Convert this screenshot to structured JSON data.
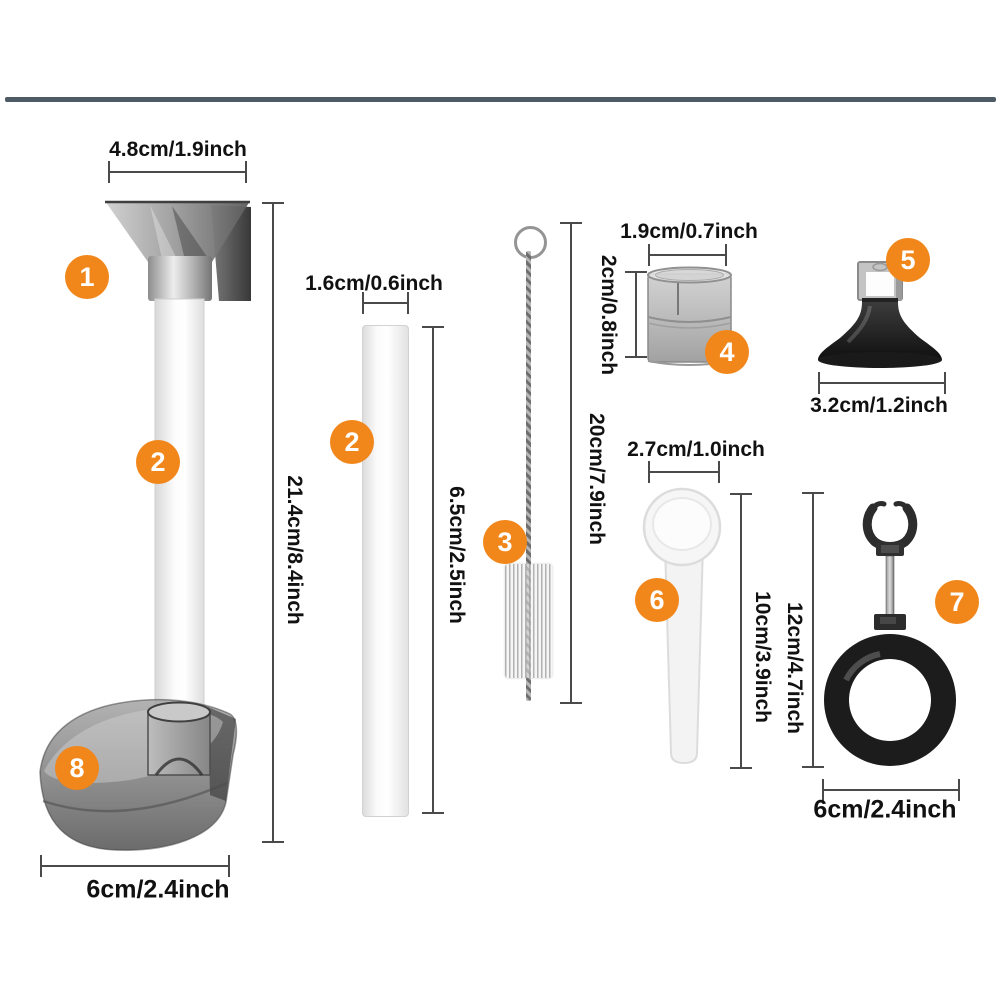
{
  "colors": {
    "accent": "#f1871b",
    "dimension_line": "#4a4a4a",
    "label_text": "#111111",
    "top_bar": "#4e5a64"
  },
  "parts": {
    "funnel": {
      "badge": "1",
      "width": "4.8cm/1.9inch"
    },
    "long_tube": {
      "badge": "2",
      "length": "21.4cm/8.4inch"
    },
    "base_bowl": {
      "badge": "8",
      "width": "6cm/2.4inch"
    },
    "short_tube": {
      "badge": "2",
      "diameter": "1.6cm/0.6inch",
      "length": "6.5cm/2.5inch"
    },
    "brush": {
      "badge": "3",
      "length": "20cm/7.9inch"
    },
    "cup": {
      "badge": "4",
      "width": "1.9cm/0.7inch",
      "height": "2cm/0.8inch"
    },
    "suction_cup": {
      "badge": "5",
      "width": "3.2cm/1.2inch"
    },
    "spoon": {
      "badge": "6",
      "width": "2.7cm/1.0inch",
      "length": "10cm/3.9inch"
    },
    "feeding_ring": {
      "badge": "7",
      "height": "12cm/4.7inch",
      "width": "6cm/2.4inch"
    }
  }
}
